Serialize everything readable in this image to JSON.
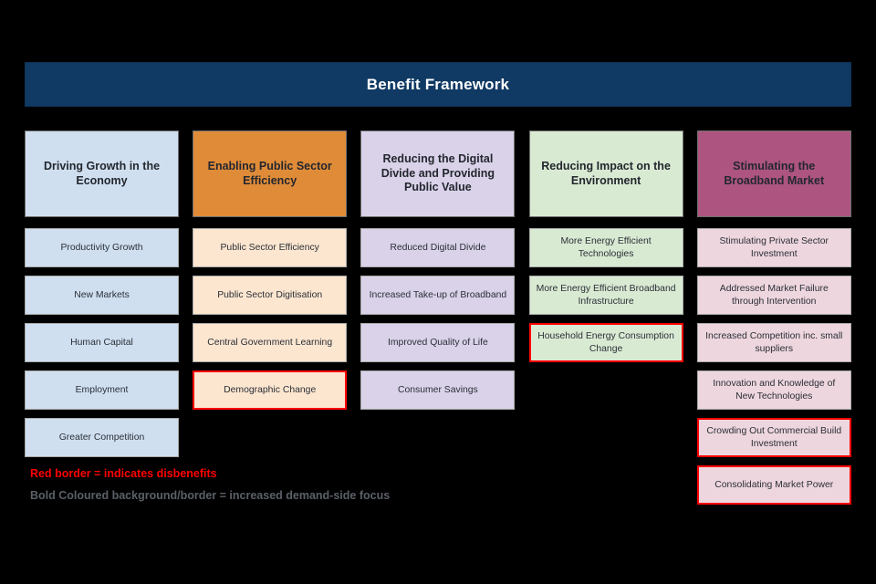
{
  "banner": {
    "title": "Benefit Framework",
    "background": "#103a63",
    "text_color": "#ffffff"
  },
  "legend": {
    "disbenefit_note": "Red border = indicates disbenefits",
    "demand_note": "Bold Coloured background/border = increased demand-side focus",
    "disbenefit_color": "#ff0000",
    "demand_color": "#5b6067"
  },
  "columns": [
    {
      "header": "Driving Growth in the Economy",
      "header_bg": "#cfdff0",
      "item_bg": "#cfdff0",
      "items": [
        {
          "label": "Productivity Growth",
          "disbenefit": false
        },
        {
          "label": "New Markets",
          "disbenefit": false
        },
        {
          "label": "Human Capital",
          "disbenefit": false
        },
        {
          "label": "Employment",
          "disbenefit": false
        },
        {
          "label": "Greater Competition",
          "disbenefit": false
        }
      ]
    },
    {
      "header": "Enabling Public Sector Efficiency",
      "header_bg": "#e08b38",
      "item_bg": "#fce6d0",
      "items": [
        {
          "label": "Public Sector Efficiency",
          "disbenefit": false
        },
        {
          "label": "Public Sector Digitisation",
          "disbenefit": false
        },
        {
          "label": "Central Government Learning",
          "disbenefit": false
        },
        {
          "label": "Demographic Change",
          "disbenefit": true
        }
      ]
    },
    {
      "header": "Reducing the Digital Divide and Providing Public Value",
      "header_bg": "#d9d2e9",
      "item_bg": "#d9d2e9",
      "items": [
        {
          "label": "Reduced Digital Divide",
          "disbenefit": false
        },
        {
          "label": "Increased Take-up of Broadband",
          "disbenefit": false
        },
        {
          "label": "Improved Quality of Life",
          "disbenefit": false
        },
        {
          "label": "Consumer Savings",
          "disbenefit": false
        }
      ]
    },
    {
      "header": "Reducing Impact on the Environment",
      "header_bg": "#d9ead3",
      "item_bg": "#d9ead3",
      "items": [
        {
          "label": "More Energy Efficient Technologies",
          "disbenefit": false
        },
        {
          "label": "More Energy Efficient Broadband Infrastructure",
          "disbenefit": false
        },
        {
          "label": "Household Energy Consumption Change",
          "disbenefit": true
        }
      ]
    },
    {
      "header": "Stimulating the Broadband Market",
      "header_bg": "#ad5480",
      "item_bg": "#eed6de",
      "items": [
        {
          "label": "Stimulating Private Sector Investment",
          "disbenefit": false
        },
        {
          "label": "Addressed Market Failure through Intervention",
          "disbenefit": false
        },
        {
          "label": "Increased Competition inc. small suppliers",
          "disbenefit": false
        },
        {
          "label": "Innovation and Knowledge of New Technologies",
          "disbenefit": false
        },
        {
          "label": "Crowding Out Commercial Build Investment",
          "disbenefit": true
        },
        {
          "label": "Consolidating Market Power",
          "disbenefit": true
        }
      ]
    }
  ]
}
